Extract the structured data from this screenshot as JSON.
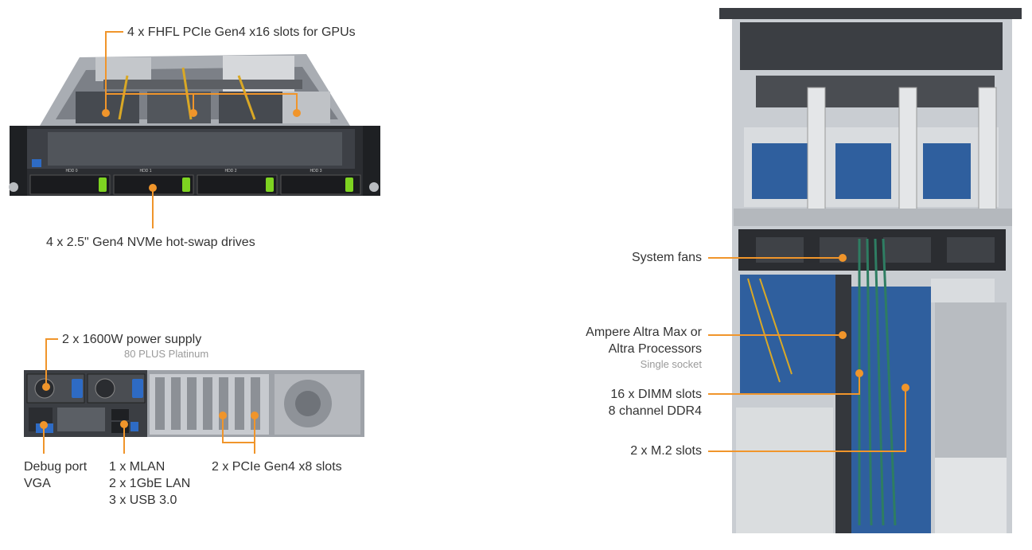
{
  "colors": {
    "accent": "#f0952b",
    "chassis": "#3a3d42",
    "board": "#2f5f9e",
    "metal": "#c9cdd2"
  },
  "labels": {
    "gpu_slots": "4 x FHFL PCIe Gen4 x16 slots for GPUs",
    "nvme": "4 x 2.5\" Gen4 NVMe hot-swap drives",
    "psu": "2 x 1600W power supply",
    "psu_sub": "80 PLUS Platinum",
    "debug_1": "Debug port",
    "debug_2": "VGA",
    "io_1": "1 x MLAN",
    "io_2": "2 x 1GbE LAN",
    "io_3": "3 x USB 3.0",
    "pcie_x8": "2 x PCIe Gen4 x8 slots",
    "fans": "System fans",
    "cpu_1": "Ampere Altra Max or",
    "cpu_2": "Altra Processors",
    "cpu_sub": "Single socket",
    "dimm_1": "16 x DIMM slots",
    "dimm_2": "8 channel DDR4",
    "m2": "2 x M.2 slots"
  },
  "front_panel": {
    "drive_bays": [
      "HDD 0",
      "HDD 1",
      "HDD 2",
      "HDD 3"
    ]
  }
}
